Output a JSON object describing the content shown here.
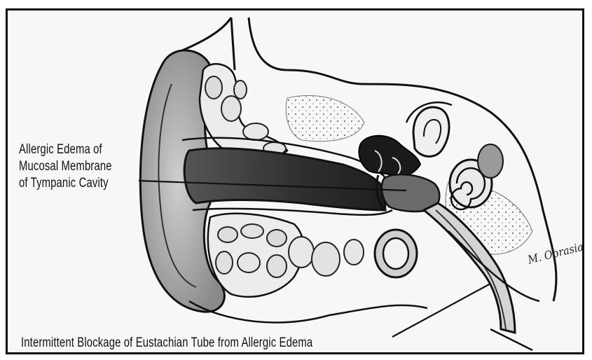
{
  "labels": {
    "edema_line1": "Allergic Edema of",
    "edema_line2": "Mucosal Membrane",
    "edema_line3": "of Tympanic Cavity",
    "blockage": "Intermittent Blockage of Eustachian Tube from Allergic Edema"
  },
  "signature": "M. Obrasia",
  "colors": {
    "ink": "#111111",
    "paper": "#f7f7f5",
    "shade_dark": "#3a3a3a",
    "shade_mid": "#9a9a9a",
    "shade_light": "#d8d8d8"
  }
}
